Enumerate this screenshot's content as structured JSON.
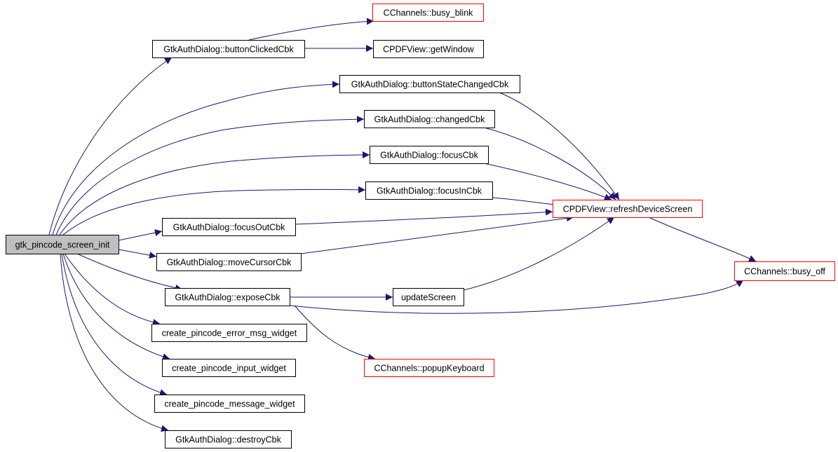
{
  "colors": {
    "root_fill": "#bfbfbf",
    "node_fill": "#ffffff",
    "node_border": "#000000",
    "external_border": "#ff0000",
    "edge": "#191970"
  },
  "nodes": [
    {
      "id": "gtk_pincode_screen_init",
      "label": "gtk_pincode_screen_init",
      "kind": "root"
    },
    {
      "id": "buttonClickedCbk",
      "label": "GtkAuthDialog::buttonClickedCbk",
      "kind": "normal"
    },
    {
      "id": "busy_blink",
      "label": "CChannels::busy_blink",
      "kind": "external"
    },
    {
      "id": "getWindow",
      "label": "CPDFView::getWindow",
      "kind": "normal"
    },
    {
      "id": "buttonStateChangedCbk",
      "label": "GtkAuthDialog::buttonStateChangedCbk",
      "kind": "normal"
    },
    {
      "id": "changedCbk",
      "label": "GtkAuthDialog::changedCbk",
      "kind": "normal"
    },
    {
      "id": "focusCbk",
      "label": "GtkAuthDialog::focusCbk",
      "kind": "normal"
    },
    {
      "id": "focusInCbk",
      "label": "GtkAuthDialog::focusInCbk",
      "kind": "normal"
    },
    {
      "id": "refreshDeviceScreen",
      "label": "CPDFView::refreshDeviceScreen",
      "kind": "external"
    },
    {
      "id": "focusOutCbk",
      "label": "GtkAuthDialog::focusOutCbk",
      "kind": "normal"
    },
    {
      "id": "moveCursorCbk",
      "label": "GtkAuthDialog::moveCursorCbk",
      "kind": "normal"
    },
    {
      "id": "busy_off",
      "label": "CChannels::busy_off",
      "kind": "external"
    },
    {
      "id": "exposeCbk",
      "label": "GtkAuthDialog::exposeCbk",
      "kind": "normal"
    },
    {
      "id": "updateScreen",
      "label": "updateScreen",
      "kind": "normal"
    },
    {
      "id": "create_pincode_error_msg_widget",
      "label": "create_pincode_error_msg_widget",
      "kind": "normal"
    },
    {
      "id": "popupKeyboard",
      "label": "CChannels::popupKeyboard",
      "kind": "external"
    },
    {
      "id": "create_pincode_input_widget",
      "label": "create_pincode_input_widget",
      "kind": "normal"
    },
    {
      "id": "create_pincode_message_widget",
      "label": "create_pincode_message_widget",
      "kind": "normal"
    },
    {
      "id": "destroyCbk",
      "label": "GtkAuthDialog::destroyCbk",
      "kind": "normal"
    }
  ],
  "edges": [
    {
      "from": "gtk_pincode_screen_init",
      "to": "buttonClickedCbk"
    },
    {
      "from": "gtk_pincode_screen_init",
      "to": "buttonStateChangedCbk"
    },
    {
      "from": "gtk_pincode_screen_init",
      "to": "changedCbk"
    },
    {
      "from": "gtk_pincode_screen_init",
      "to": "focusCbk"
    },
    {
      "from": "gtk_pincode_screen_init",
      "to": "focusInCbk"
    },
    {
      "from": "gtk_pincode_screen_init",
      "to": "focusOutCbk"
    },
    {
      "from": "gtk_pincode_screen_init",
      "to": "moveCursorCbk"
    },
    {
      "from": "gtk_pincode_screen_init",
      "to": "exposeCbk"
    },
    {
      "from": "gtk_pincode_screen_init",
      "to": "create_pincode_error_msg_widget"
    },
    {
      "from": "gtk_pincode_screen_init",
      "to": "create_pincode_input_widget"
    },
    {
      "from": "gtk_pincode_screen_init",
      "to": "create_pincode_message_widget"
    },
    {
      "from": "gtk_pincode_screen_init",
      "to": "destroyCbk"
    },
    {
      "from": "buttonClickedCbk",
      "to": "busy_blink"
    },
    {
      "from": "buttonClickedCbk",
      "to": "getWindow"
    },
    {
      "from": "buttonStateChangedCbk",
      "to": "refreshDeviceScreen"
    },
    {
      "from": "changedCbk",
      "to": "refreshDeviceScreen"
    },
    {
      "from": "focusCbk",
      "to": "refreshDeviceScreen"
    },
    {
      "from": "focusInCbk",
      "to": "refreshDeviceScreen"
    },
    {
      "from": "focusOutCbk",
      "to": "refreshDeviceScreen"
    },
    {
      "from": "moveCursorCbk",
      "to": "refreshDeviceScreen"
    },
    {
      "from": "updateScreen",
      "to": "refreshDeviceScreen"
    },
    {
      "from": "refreshDeviceScreen",
      "to": "busy_off"
    },
    {
      "from": "exposeCbk",
      "to": "updateScreen"
    },
    {
      "from": "exposeCbk",
      "to": "busy_off"
    },
    {
      "from": "exposeCbk",
      "to": "popupKeyboard"
    }
  ]
}
